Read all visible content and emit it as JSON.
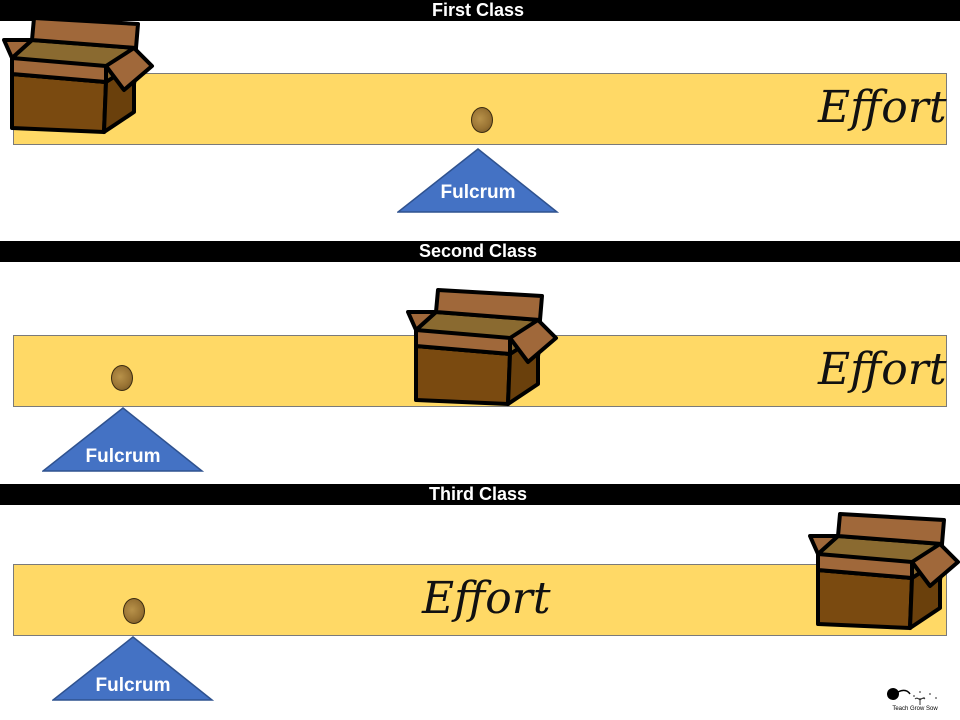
{
  "panels": [
    {
      "title": "First Class",
      "effort_label": "Effort",
      "fulcrum_label": "Fulcrum"
    },
    {
      "title": "Second Class",
      "effort_label": "Effort",
      "fulcrum_label": "Fulcrum"
    },
    {
      "title": "Third Class",
      "effort_label": "Effort",
      "fulcrum_label": "Fulcrum"
    }
  ],
  "colors": {
    "lever": "#ffd966",
    "fulcrum": "#4472c4",
    "band": "#000000",
    "box_top": "#a0683a",
    "box_front": "#7a4a10"
  },
  "logo": {
    "text": "Teach Grow Sow"
  }
}
